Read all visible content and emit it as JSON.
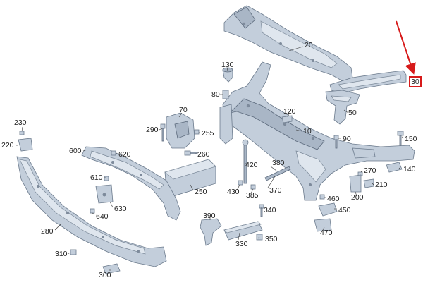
{
  "colors": {
    "part_fill": "#c3cedb",
    "part_stroke": "#6b7a8c",
    "highlight": "#d71a1a"
  },
  "highlighted_part": "30",
  "callouts": {
    "p20": "20",
    "p30": "30",
    "p130": "130",
    "p80": "80",
    "p120": "120",
    "p50": "50",
    "p70": "70",
    "p290": "290",
    "p255": "255",
    "p10": "10",
    "p90": "90",
    "p150": "150",
    "p230": "230",
    "p220": "220",
    "p600": "600",
    "p620": "620",
    "p260": "260",
    "p420": "420",
    "p380": "380",
    "p270": "270",
    "p140": "140",
    "p610": "610",
    "p210": "210",
    "p250": "250",
    "p430": "430",
    "p385": "385",
    "p370": "370",
    "p200": "200",
    "p460": "460",
    "p630": "630",
    "p640": "640",
    "p450": "450",
    "p340": "340",
    "p390": "390",
    "p280": "280",
    "p350": "350",
    "p330": "330",
    "p470": "470",
    "p310": "310",
    "p300": "300"
  }
}
